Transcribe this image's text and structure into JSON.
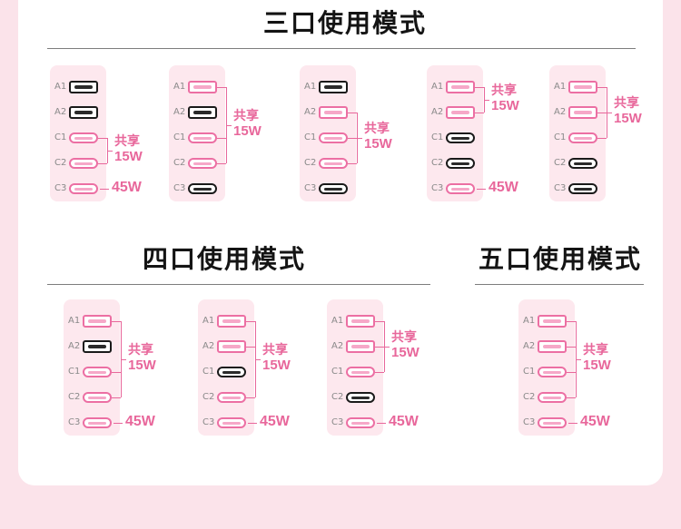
{
  "colors": {
    "background": "#fbe3ea",
    "panel": "#ffffff",
    "card": "#fde8ee",
    "accent_pink": "#e8679b",
    "port_light_border": "#ec6fa3",
    "port_light_inner": "#f6a8c8",
    "port_dark_border": "#1a1a1a",
    "port_dark_inner": "#2a2a2a",
    "title": "#141414"
  },
  "sections": [
    {
      "title": "三口使用模式",
      "configs": [
        {
          "ports": [
            {
              "label": "A1",
              "active": false
            },
            {
              "label": "A2",
              "active": false
            },
            {
              "label": "C1",
              "active": true
            },
            {
              "label": "C2",
              "active": true
            },
            {
              "label": "C3",
              "active": true
            }
          ],
          "shared": {
            "line1": "共享",
            "line2": "15W"
          },
          "high": "45W"
        },
        {
          "ports": [
            {
              "label": "A1",
              "active": true
            },
            {
              "label": "A2",
              "active": false
            },
            {
              "label": "C1",
              "active": true
            },
            {
              "label": "C2",
              "active": true
            },
            {
              "label": "C3",
              "active": false
            }
          ],
          "shared": {
            "line1": "共享",
            "line2": "15W"
          },
          "high": ""
        },
        {
          "ports": [
            {
              "label": "A1",
              "active": false
            },
            {
              "label": "A2",
              "active": true
            },
            {
              "label": "C1",
              "active": true
            },
            {
              "label": "C2",
              "active": true
            },
            {
              "label": "C3",
              "active": false
            }
          ],
          "shared": {
            "line1": "共享",
            "line2": "15W"
          },
          "high": ""
        },
        {
          "ports": [
            {
              "label": "A1",
              "active": true
            },
            {
              "label": "A2",
              "active": true
            },
            {
              "label": "C1",
              "active": false
            },
            {
              "label": "C2",
              "active": false
            },
            {
              "label": "C3",
              "active": true
            }
          ],
          "shared": {
            "line1": "共享",
            "line2": "15W"
          },
          "high": "45W"
        },
        {
          "ports": [
            {
              "label": "A1",
              "active": true
            },
            {
              "label": "A2",
              "active": true
            },
            {
              "label": "C1",
              "active": true
            },
            {
              "label": "C2",
              "active": false
            },
            {
              "label": "C3",
              "active": false
            }
          ],
          "shared": {
            "line1": "共享",
            "line2": "15W"
          },
          "high": ""
        }
      ]
    },
    {
      "title": "四口使用模式",
      "configs": [
        {
          "ports": [
            {
              "label": "A1",
              "active": true
            },
            {
              "label": "A2",
              "active": false
            },
            {
              "label": "C1",
              "active": true
            },
            {
              "label": "C2",
              "active": true
            },
            {
              "label": "C3",
              "active": true
            }
          ],
          "shared": {
            "line1": "共享",
            "line2": "15W"
          },
          "high": "45W"
        },
        {
          "ports": [
            {
              "label": "A1",
              "active": true
            },
            {
              "label": "A2",
              "active": true
            },
            {
              "label": "C1",
              "active": false
            },
            {
              "label": "C2",
              "active": true
            },
            {
              "label": "C3",
              "active": true
            }
          ],
          "shared": {
            "line1": "共享",
            "line2": "15W"
          },
          "high": "45W"
        },
        {
          "ports": [
            {
              "label": "A1",
              "active": true
            },
            {
              "label": "A2",
              "active": true
            },
            {
              "label": "C1",
              "active": true
            },
            {
              "label": "C2",
              "active": false
            },
            {
              "label": "C3",
              "active": true
            }
          ],
          "shared": {
            "line1": "共享",
            "line2": "15W"
          },
          "high": "45W"
        }
      ]
    },
    {
      "title": "五口使用模式",
      "configs": [
        {
          "ports": [
            {
              "label": "A1",
              "active": true
            },
            {
              "label": "A2",
              "active": true
            },
            {
              "label": "C1",
              "active": true
            },
            {
              "label": "C2",
              "active": true
            },
            {
              "label": "C3",
              "active": true
            }
          ],
          "shared": {
            "line1": "共享",
            "line2": "15W"
          },
          "high": "45W"
        }
      ]
    }
  ]
}
